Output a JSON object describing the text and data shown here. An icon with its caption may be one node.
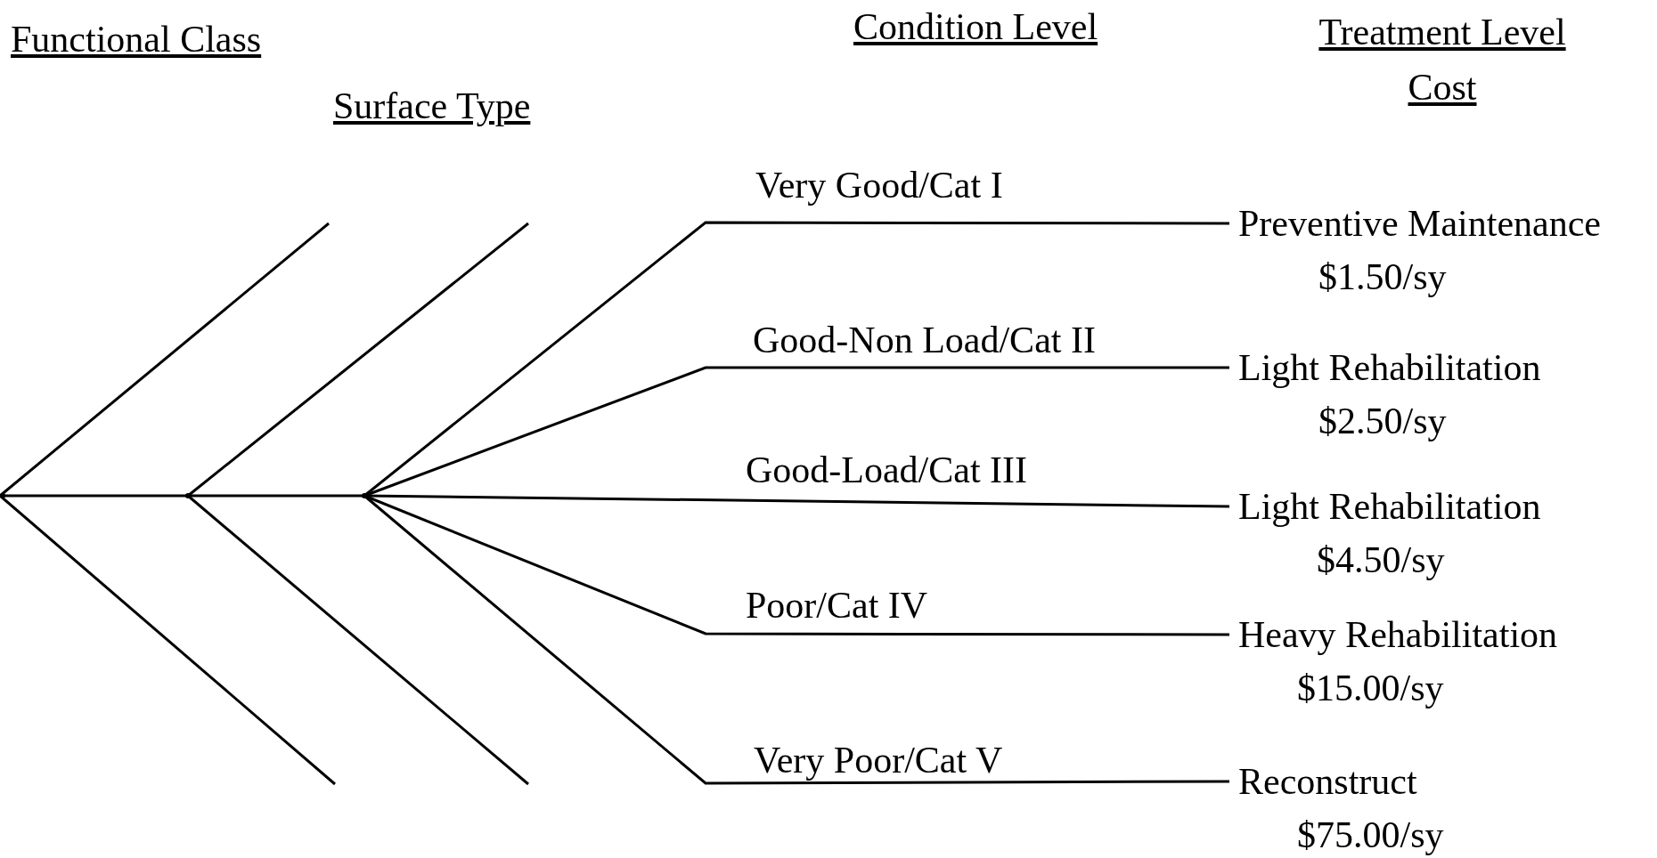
{
  "diagram": {
    "nodes": [
      {
        "text": [],
        "shape": "point"
      },
      {
        "text": [],
        "shape": "point"
      },
      {
        "text": [],
        "shape": "point"
      },
      {
        "text": [
          "Preventive Maintenance",
          "$1.50/sy"
        ]
      },
      {
        "text": [
          "Light Rehabilitation",
          "$2.50/sy"
        ]
      },
      {
        "text": [
          "Light Rehabilitation",
          "$4.50/sy"
        ]
      },
      {
        "text": [
          "Heavy Rehabilitation",
          "$15.00/sy"
        ]
      },
      {
        "text": [
          "Reconstruct",
          "$75.00/sy"
        ]
      }
    ],
    "edges": [
      {
        "from": 0,
        "to": null,
        "arrow": "none"
      },
      {
        "from": 0,
        "to": 1,
        "arrow": "none"
      },
      {
        "from": 0,
        "to": null,
        "arrow": "none"
      },
      {
        "from": 1,
        "to": null,
        "arrow": "none"
      },
      {
        "from": 1,
        "to": 2,
        "arrow": "none"
      },
      {
        "from": 1,
        "to": null,
        "arrow": "none"
      },
      {
        "from": 2,
        "to": 3,
        "arrow": "none",
        "label": "Very Good/Cat I"
      },
      {
        "from": 2,
        "to": 4,
        "arrow": "none",
        "label": "Good-Non Load/Cat II"
      },
      {
        "from": 2,
        "to": 5,
        "arrow": "none",
        "label": "Good-Load/Cat III"
      },
      {
        "from": 2,
        "to": 6,
        "arrow": "none",
        "label": "Poor/Cat IV"
      },
      {
        "from": 2,
        "to": 7,
        "arrow": "none",
        "label": "Very Poor/Cat V"
      }
    ],
    "labels": [
      "Functional Class",
      "Surface Type",
      "Condition Level",
      "Treatment Level Cost"
    ]
  }
}
